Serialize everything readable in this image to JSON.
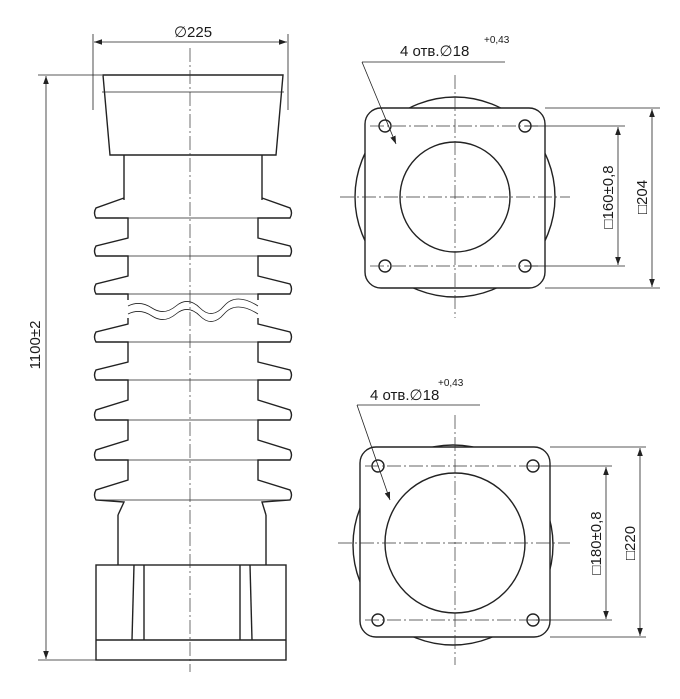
{
  "dimensions": {
    "diameter": "∅225",
    "height": "1100±2",
    "holes_top": "4 отв.∅18",
    "holes_top_tol": "+0,43",
    "holes_bottom": "4 отв.∅18",
    "holes_bottom_tol": "+0,43",
    "top_inner": "□160±0,8",
    "top_outer": "□204",
    "bottom_inner": "□180±0,8",
    "bottom_outer": "□220"
  },
  "colors": {
    "line": "#222222"
  }
}
